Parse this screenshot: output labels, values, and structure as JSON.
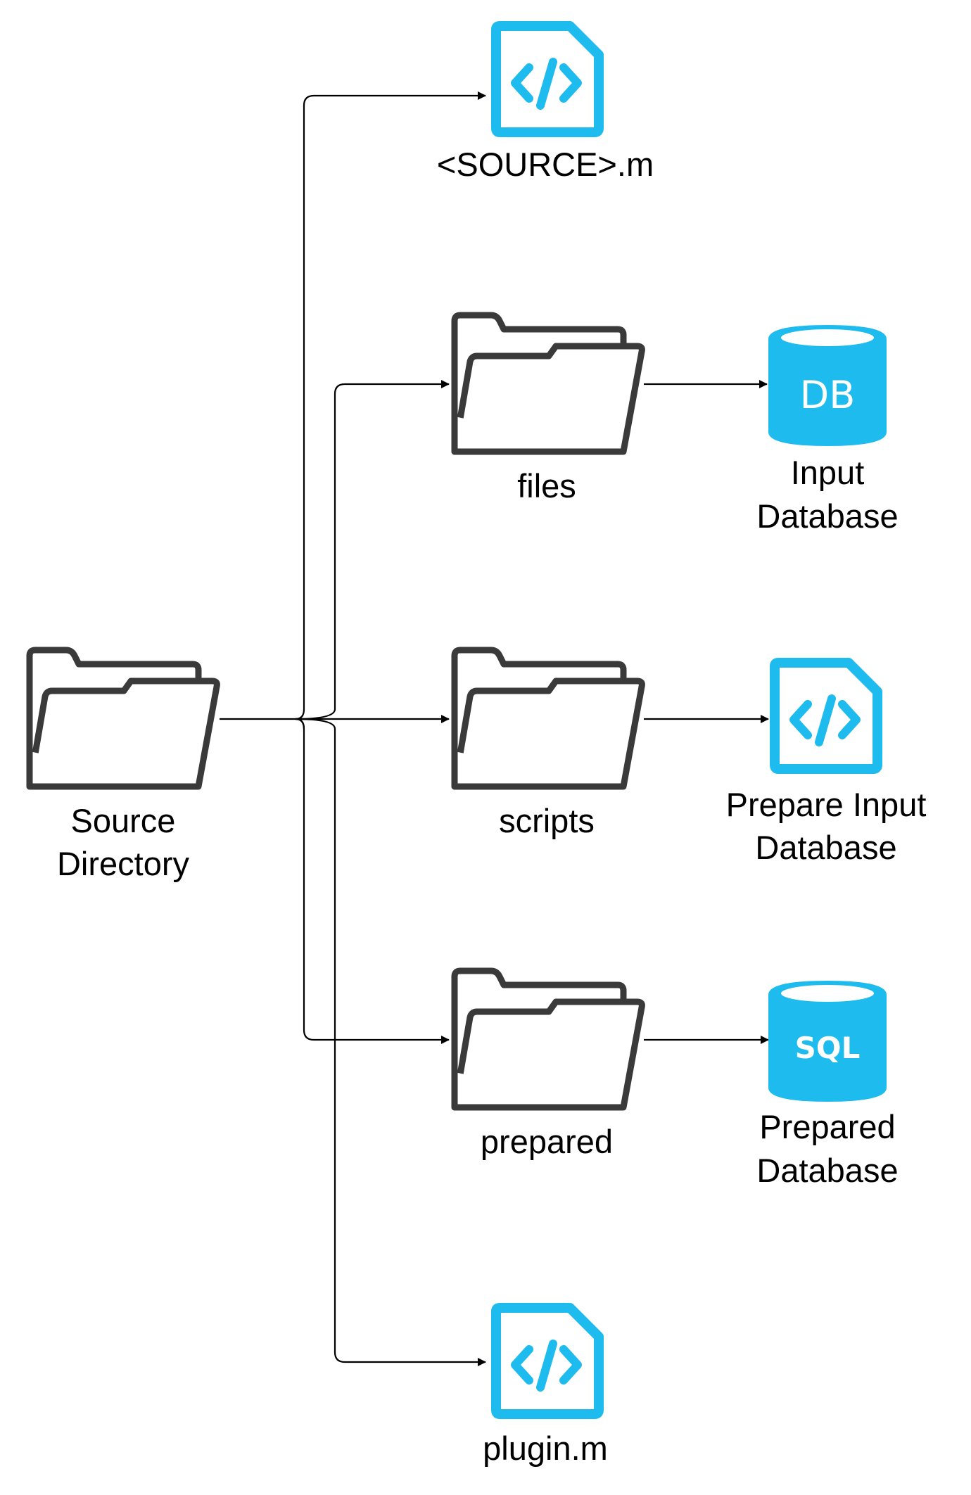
{
  "diagram": {
    "nodes": {
      "source_directory": {
        "label_lines": [
          "Source",
          "Directory"
        ],
        "icon": "folder-icon"
      },
      "source_m": {
        "label_lines": [
          "<SOURCE>.m"
        ],
        "icon": "code-file-icon"
      },
      "files": {
        "label_lines": [
          "files"
        ],
        "icon": "folder-icon"
      },
      "input_database": {
        "label_lines": [
          "Input",
          "Database"
        ],
        "icon": "database-icon",
        "icon_text": "DB"
      },
      "scripts": {
        "label_lines": [
          "scripts"
        ],
        "icon": "folder-icon"
      },
      "prepare_input_database": {
        "label_lines": [
          "Prepare Input",
          "Database"
        ],
        "icon": "code-file-icon"
      },
      "prepared": {
        "label_lines": [
          "prepared"
        ],
        "icon": "folder-icon"
      },
      "prepared_database": {
        "label_lines": [
          "Prepared",
          "Database"
        ],
        "icon": "sql-database-icon",
        "icon_text": "SQL"
      },
      "plugin_m": {
        "label_lines": [
          "plugin.m"
        ],
        "icon": "code-file-icon"
      }
    },
    "edges": [
      {
        "from": "source_directory",
        "to": "source_m"
      },
      {
        "from": "source_directory",
        "to": "files"
      },
      {
        "from": "source_directory",
        "to": "scripts"
      },
      {
        "from": "source_directory",
        "to": "prepared"
      },
      {
        "from": "source_directory",
        "to": "plugin_m"
      },
      {
        "from": "files",
        "to": "input_database"
      },
      {
        "from": "scripts",
        "to": "prepare_input_database"
      },
      {
        "from": "prepared",
        "to": "prepared_database"
      }
    ],
    "colors": {
      "accent": "#1ebbee",
      "folder_stroke": "#3a3a3a",
      "line": "#000000",
      "text": "#000000"
    }
  }
}
